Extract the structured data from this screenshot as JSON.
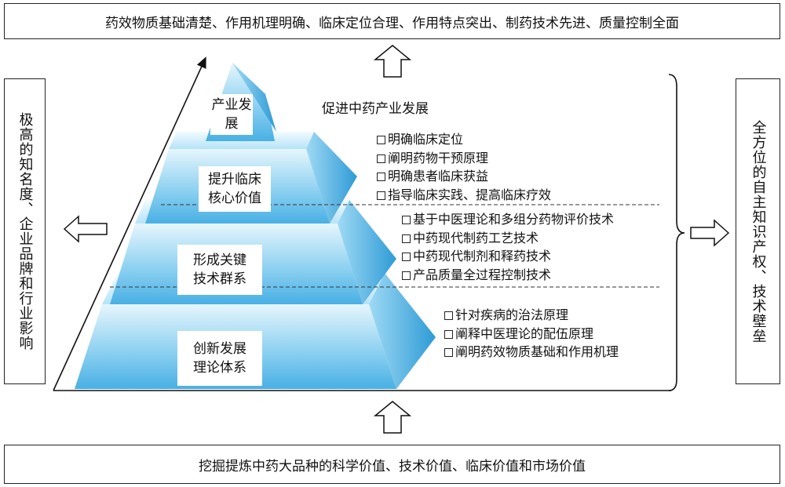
{
  "top_box": "药效物质基础清楚、作用机理明确、临床定位合理、作用特点突出、制药技术先进、质量控制全面",
  "bottom_box": "挖掘提炼中药大品种的科学价值、技术价值、临床价值和市场价值",
  "left_box": "极高的知名度、企业品牌和行业影响",
  "right_box": "全方位的自主知识产权、技术壁垒",
  "pyramid": {
    "tier1": "产业发展",
    "tier2": "提升临床核心价值",
    "tier3": "形成关键技术群系",
    "tier4": "创新发展理论体系"
  },
  "promote_text": "促进中药产业发展",
  "bullets_tier2": [
    "明确临床定位",
    "阐明药物干预原理",
    "明确患者临床获益",
    "指导临床实践、提高临床疗效"
  ],
  "bullets_tier3": [
    "基于中医理论和多组分药物评价技术",
    "中药现代制药工艺技术",
    "中药现代制剂和释药技术",
    "产品质量全过程控制技术"
  ],
  "bullets_tier4": [
    "针对疾病的治法原理",
    "阐释中医理论的配伍原理",
    "阐明药效物质基础和作用机理"
  ],
  "colors": {
    "face_light": "#d8f0fb",
    "face_dark": "#5ab8e8",
    "side_light": "#a8dcf6",
    "side_dark": "#3aa4dc",
    "top": "#bfe6f9"
  }
}
